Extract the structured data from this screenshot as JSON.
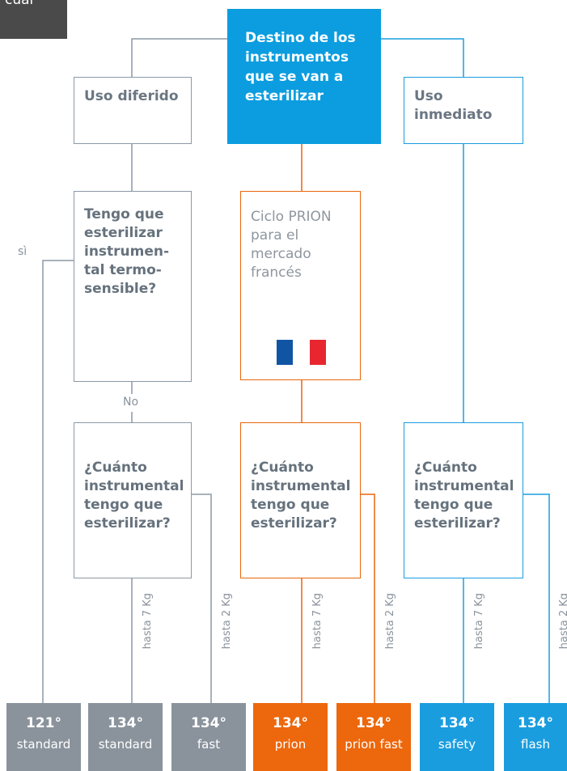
{
  "corner": {
    "text": "cuar"
  },
  "header": {
    "text": "Destino de los instrumentos que se van a esterilizar"
  },
  "left": {
    "use": "Uso diferido",
    "question": "Tengo que esterilizar instrumen-tal termo-sensible?",
    "yes_label": "sì",
    "no_label": "No",
    "quantity": "¿Cuánto instrumental tengo que esterilizar?"
  },
  "middle": {
    "prion": "Ciclo PRION para el mercado francés",
    "quantity": "¿Cuánto instrumental tengo que esterilizar?"
  },
  "right": {
    "use": "Uso inmediato",
    "quantity": "¿Cuánto instrumental tengo que esterilizar?"
  },
  "weights": {
    "seven": "hasta 7 Kg",
    "two": "hasta 2 Kg"
  },
  "colors": {
    "gray": "#8a939c",
    "orange": "#ed670c",
    "blue": "#1a9ddf",
    "flag_blue": "#0f55a4",
    "flag_red": "#e7262f"
  },
  "tiles": [
    {
      "temp": "121°",
      "name": "standard"
    },
    {
      "temp": "134°",
      "name": "standard"
    },
    {
      "temp": "134°",
      "name": "fast"
    },
    {
      "temp": "134°",
      "name": "prion"
    },
    {
      "temp": "134°",
      "name": "prion fast"
    },
    {
      "temp": "134°",
      "name": "safety"
    },
    {
      "temp": "134°",
      "name": "flash"
    }
  ]
}
